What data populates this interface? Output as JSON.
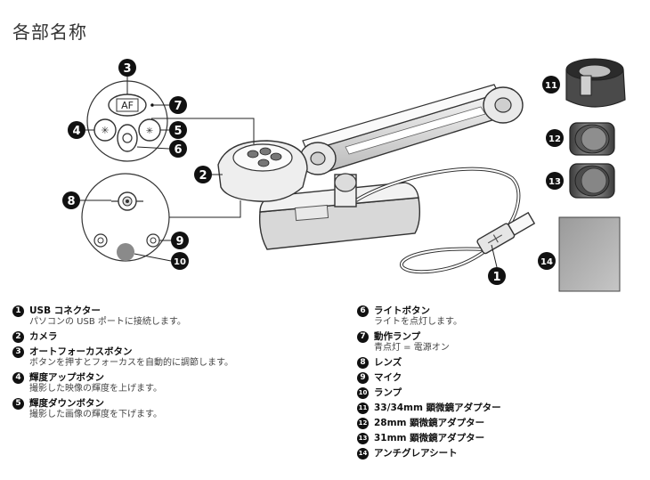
{
  "title": "各部名称",
  "callouts": [
    "1",
    "2",
    "3",
    "4",
    "5",
    "6",
    "7",
    "8",
    "9",
    "10",
    "11",
    "12",
    "13",
    "14"
  ],
  "camera_labels": {
    "af": "AF"
  },
  "legend_left": [
    {
      "num": "1",
      "label": "USB コネクター",
      "desc": "パソコンの USB ポートに接続します。"
    },
    {
      "num": "2",
      "label": "カメラ",
      "desc": ""
    },
    {
      "num": "3",
      "label": "オートフォーカスボタン",
      "desc": "ボタンを押すとフォーカスを自動的に調節します。"
    },
    {
      "num": "4",
      "label": "輝度アップボタン",
      "desc": "撮影した映像の輝度を上げます。"
    },
    {
      "num": "5",
      "label": "輝度ダウンボタン",
      "desc": "撮影した画像の輝度を下げます。"
    }
  ],
  "legend_right": [
    {
      "num": "6",
      "label": "ライトボタン",
      "desc": "ライトを点灯します。"
    },
    {
      "num": "7",
      "label": "動作ランプ",
      "desc": "青点灯 = 電源オン"
    },
    {
      "num": "8",
      "label": "レンズ",
      "desc": ""
    },
    {
      "num": "9",
      "label": "マイク",
      "desc": ""
    },
    {
      "num": "10",
      "label": "ランプ",
      "desc": ""
    },
    {
      "num": "11",
      "label": "33/34mm 顕微鏡アダプター",
      "desc": ""
    },
    {
      "num": "12",
      "label": "28mm 顕微鏡アダプター",
      "desc": ""
    },
    {
      "num": "13",
      "label": "31mm 顕微鏡アダプター",
      "desc": ""
    },
    {
      "num": "14",
      "label": "アンチグレアシート",
      "desc": ""
    }
  ]
}
